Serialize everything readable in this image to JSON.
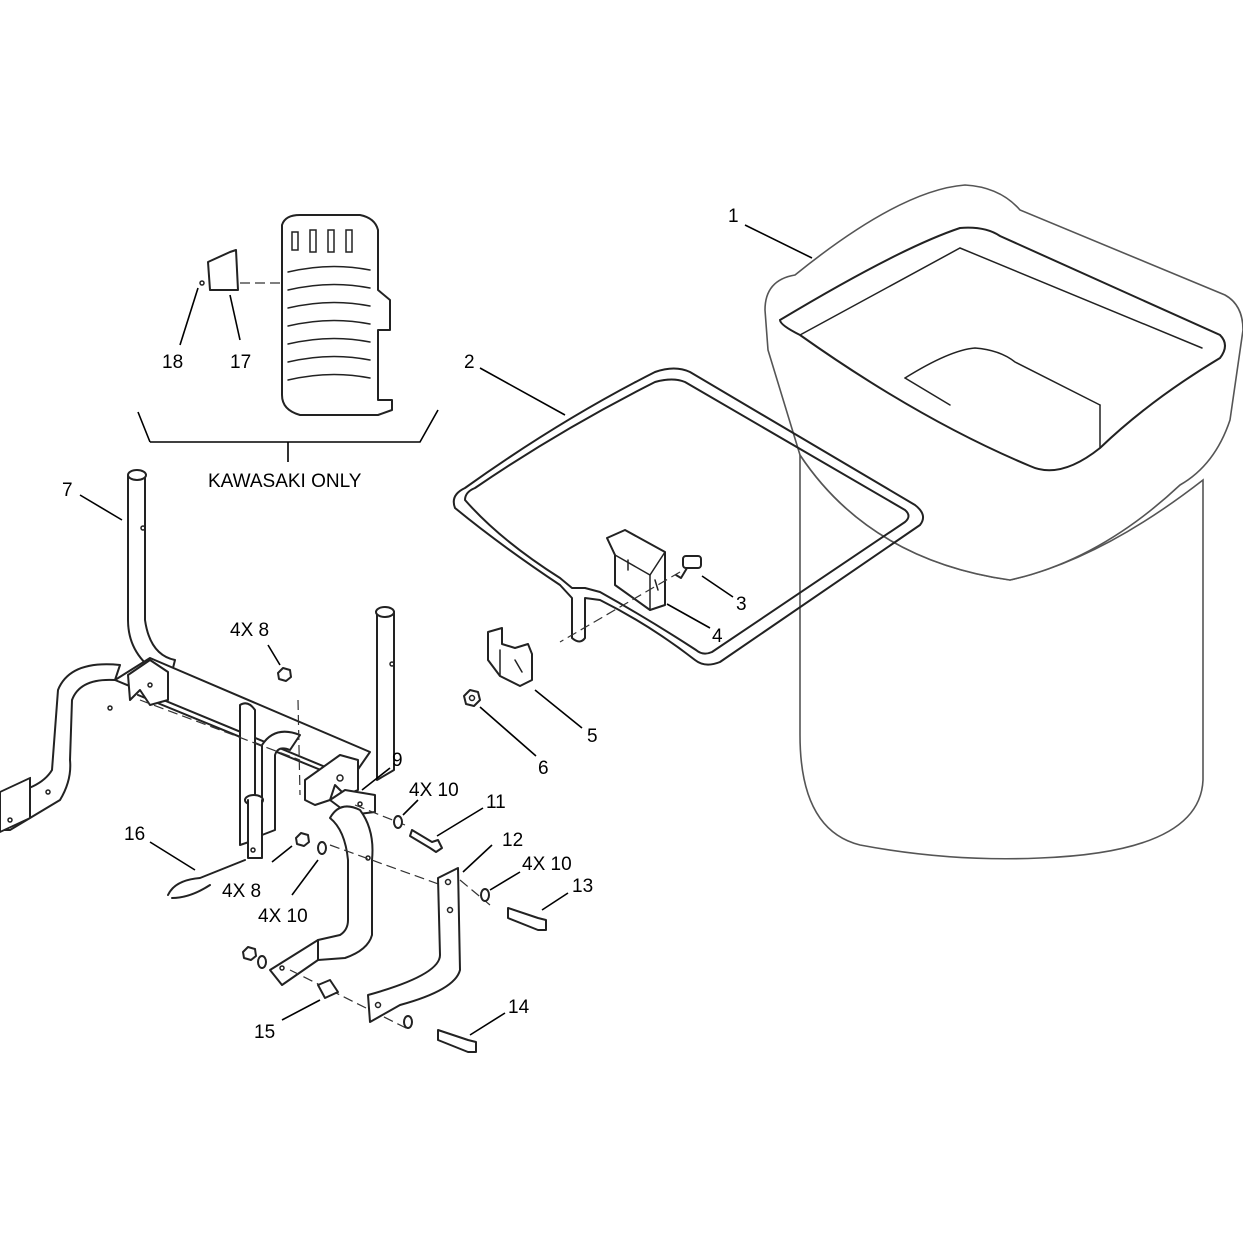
{
  "callouts": {
    "c1": "1",
    "c2": "2",
    "c3": "3",
    "c4": "4",
    "c5": "5",
    "c6": "6",
    "c7": "7",
    "c4x8_top": "4X 8",
    "c9": "9",
    "c4x10_a": "4X 10",
    "c11": "11",
    "c12": "12",
    "c4x10_b": "4X 10",
    "c13": "13",
    "c16": "16",
    "c4x8_bottom": "4X 8",
    "c4x10_c": "4X 10",
    "c14": "14",
    "c15": "15",
    "c18": "18",
    "c17": "17"
  },
  "inset_label": "KAWASAKI ONLY"
}
